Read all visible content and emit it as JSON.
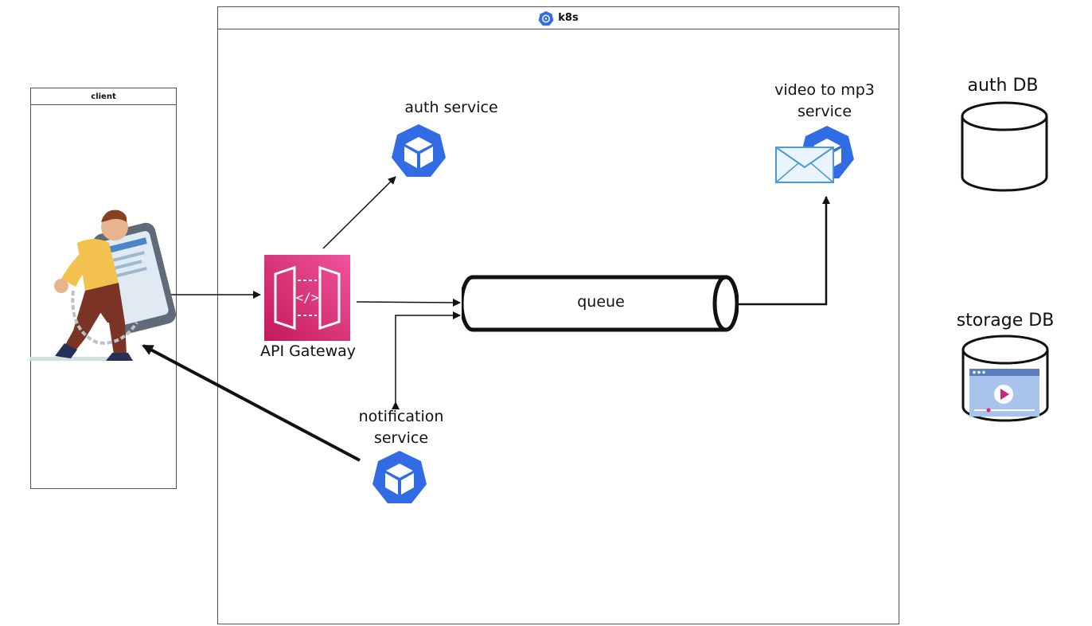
{
  "diagram": {
    "k8s_frame": {
      "title": "k8s"
    },
    "client_frame": {
      "title": "client"
    },
    "nodes": {
      "auth_service": {
        "label": "auth service",
        "icon": "kubernetes-pod-icon"
      },
      "video_to_mp3": {
        "label_line1": "video to mp3",
        "label_line2": "service",
        "icon": "kubernetes-pod-icon"
      },
      "api_gateway": {
        "label": "API Gateway",
        "icon": "aws-api-gateway-icon"
      },
      "queue": {
        "label": "queue",
        "icon": "queue-cylinder-icon"
      },
      "notification_service": {
        "label_line1": "notification",
        "label_line2": "service",
        "icon": "kubernetes-pod-icon"
      },
      "auth_db": {
        "label": "auth DB",
        "icon": "database-cylinder-icon"
      },
      "storage_db": {
        "label": "storage DB",
        "icon": "database-video-icon"
      },
      "client_user": {
        "icon": "person-chained-to-phone-illustration"
      },
      "envelope": {
        "icon": "envelope-icon"
      }
    },
    "colors": {
      "k8s_blue": "#326ce5",
      "api_gateway_pink": "#d6246e",
      "api_gateway_pink_light": "#f0549b",
      "line": "#111111",
      "frame_border": "#555555"
    }
  }
}
